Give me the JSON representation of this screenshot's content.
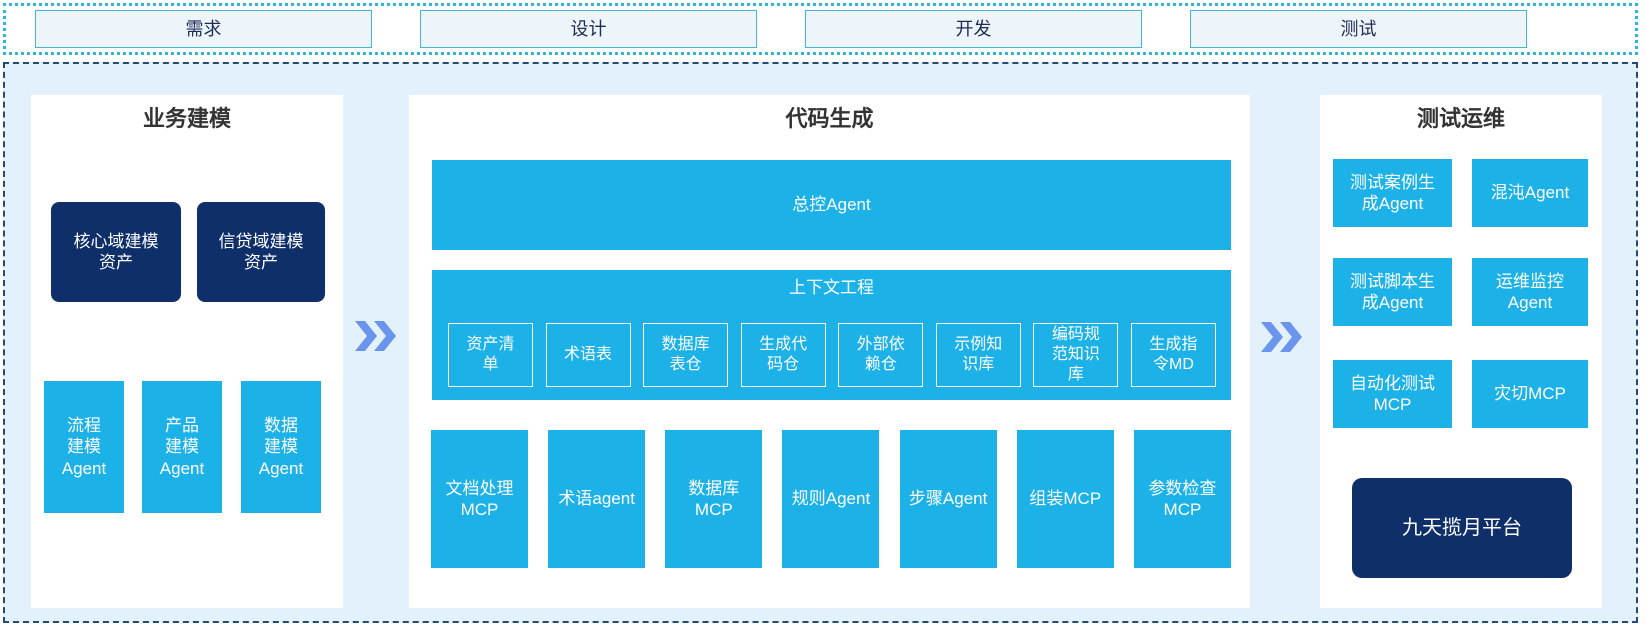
{
  "colors": {
    "cyan": "#1cb2e8",
    "navy": "#0f2f6a",
    "canvas": "#e2f1fb",
    "panel": "#ffffff",
    "arrow": "#6b95ec",
    "phase_fill": "#eef5fa",
    "phase_border": "#43b6d8",
    "strip_border": "#2cb7da",
    "main_border": "#264a72",
    "title_text": "#333333",
    "phase_text": "#1e2c55"
  },
  "phases": [
    {
      "label": "需求"
    },
    {
      "label": "设计"
    },
    {
      "label": "开发"
    },
    {
      "label": "测试"
    }
  ],
  "panels": {
    "business_modeling": {
      "title": "业务建模",
      "asset_boxes": [
        {
          "label": "核心域建模\n资产"
        },
        {
          "label": "信贷域建模\n资产"
        }
      ],
      "agent_boxes": [
        {
          "label": "流程\n建模\nAgent"
        },
        {
          "label": "产品\n建模\nAgent"
        },
        {
          "label": "数据\n建模\nAgent"
        }
      ]
    },
    "code_generation": {
      "title": "代码生成",
      "master_agent_label": "总控Agent",
      "context_engineering": {
        "title": "上下文工程",
        "items": [
          {
            "label": "资产清\n单"
          },
          {
            "label": "术语表"
          },
          {
            "label": "数据库\n表仓"
          },
          {
            "label": "生成代\n码仓"
          },
          {
            "label": "外部依\n赖仓"
          },
          {
            "label": "示例知\n识库"
          },
          {
            "label": "编码规\n范知识\n库"
          },
          {
            "label": "生成指\n令MD"
          }
        ]
      },
      "tools": [
        {
          "label": "文档处理\nMCP"
        },
        {
          "label": "术语agent"
        },
        {
          "label": "数据库\nMCP"
        },
        {
          "label": "规则Agent"
        },
        {
          "label": "步骤Agent"
        },
        {
          "label": "组装MCP"
        },
        {
          "label": "参数检查\nMCP"
        }
      ]
    },
    "test_ops": {
      "title": "测试运维",
      "boxes": [
        {
          "label": "测试案例生\n成Agent"
        },
        {
          "label": "混沌Agent"
        },
        {
          "label": "测试脚本生\n成Agent"
        },
        {
          "label": "运维监控\nAgent"
        },
        {
          "label": "自动化测试\nMCP"
        },
        {
          "label": "灾切MCP"
        }
      ],
      "platform_label": "九天揽月平台"
    }
  },
  "icons": {
    "flow_arrow": "double-chevron-right"
  }
}
